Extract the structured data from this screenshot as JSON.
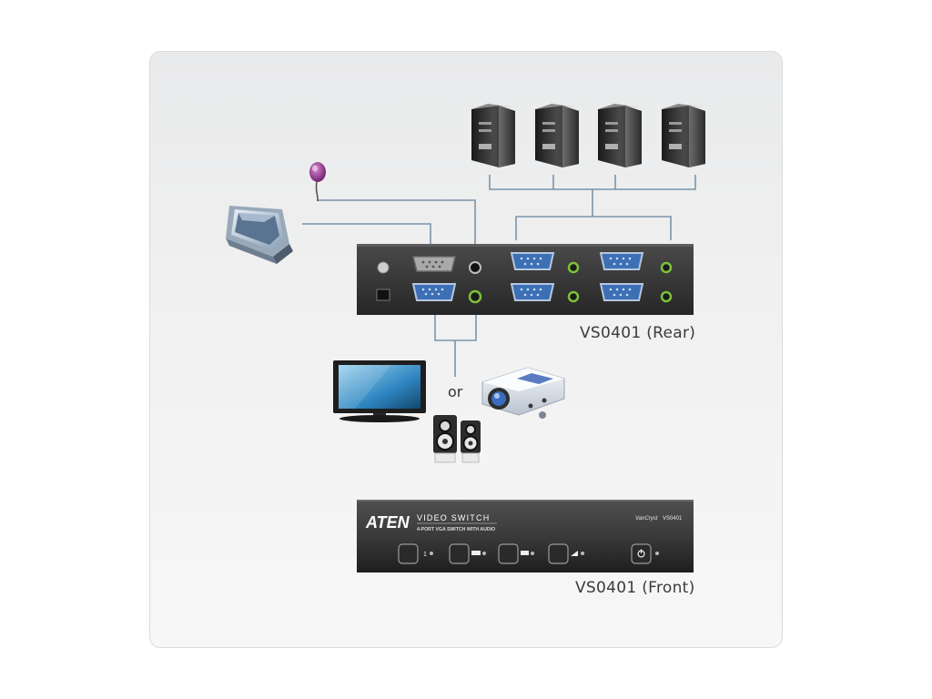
{
  "captions": {
    "rear": "VS0401 (Rear)",
    "front": "VS0401 (Front)",
    "or": "or"
  },
  "front_panel": {
    "brand": "ATEN",
    "title": "VIDEO SWITCH",
    "subtitle": "4-PORT VGA SWITCH WITH AUDIO",
    "logo_right": "VanCryst",
    "model": "VS0401",
    "buttons": [
      {
        "name": "port-1-button",
        "icon": "port-1-icon"
      },
      {
        "name": "port-2-button",
        "icon": "port-2-icon"
      },
      {
        "name": "port-3-button",
        "icon": "port-3-icon"
      },
      {
        "name": "port-4-button",
        "icon": "port-4-icon"
      },
      {
        "name": "power-button",
        "icon": "power-icon"
      }
    ]
  },
  "devices": {
    "computers": [
      "computer-tower-icon",
      "computer-tower-icon",
      "computer-tower-icon",
      "computer-tower-icon"
    ],
    "touch_display": "touchscreen-monitor-icon",
    "ir_sensor": "ir-receiver-icon",
    "tv": "lcd-tv-icon",
    "projector": "projector-icon",
    "speakers": "speakers-icon"
  },
  "colors": {
    "switch_body": "#3a3a3a",
    "vga_port": "#3d6fb5",
    "audio_jack": "#7ec23a",
    "cable_line": "#7a94ac"
  }
}
